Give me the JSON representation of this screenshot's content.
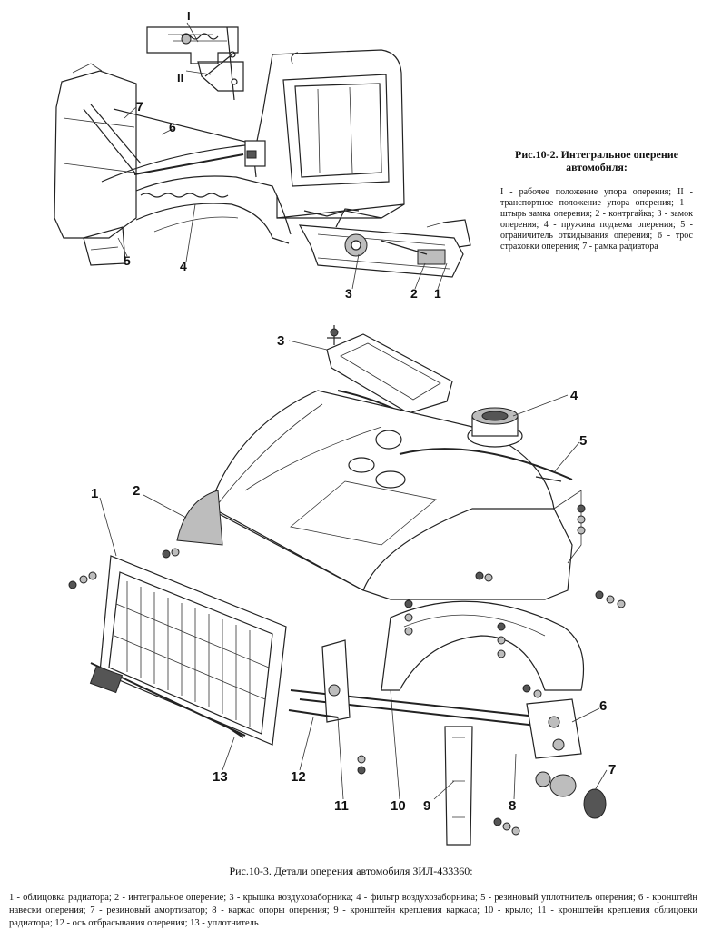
{
  "figure_10_2": {
    "title": "Рис.10-2. Интегральное оперение автомобиля:",
    "legend": "I - рабочее положение упора оперения; II - транспортное положение упора оперения; 1 - штырь замка оперения; 2 - контргайка; 3 - замок оперения; 4 - пружина подъема оперения; 5 - ограничитель откидывания оперения; 6 - трос страховки оперения; 7 - рамка радиатора",
    "callouts": [
      "I",
      "II",
      "7",
      "6",
      "5",
      "4",
      "3",
      "2",
      "1"
    ]
  },
  "figure_10_3": {
    "title": "Рис.10-3. Детали оперения автомобиля ЗИЛ-433360:",
    "legend": "1 - облицовка радиатора; 2 - интегральное оперение; 3 - крышка воздухозаборника; 4 - фильтр воздухозаборника; 5 - резиновый уплотнитель оперения; 6 - кронштейн навески оперения; 7 - резиновый амортизатор; 8 - каркас опоры оперения; 9 - кронштейн крепления каркаса; 10 - крыло; 11 - кронштейн крепления облицовки радиатора; 12 - ось отбрасывания оперения; 13 - уплотнитель",
    "callouts": [
      "1",
      "2",
      "3",
      "4",
      "5",
      "6",
      "7",
      "8",
      "9",
      "10",
      "11",
      "12",
      "13"
    ]
  }
}
